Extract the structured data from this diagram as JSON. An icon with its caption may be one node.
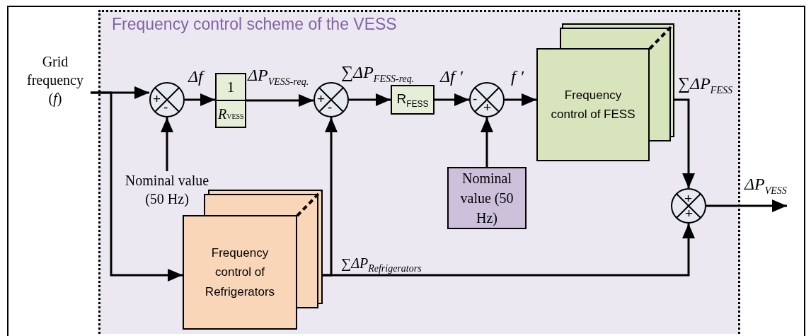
{
  "diagram": {
    "nodes": [
      {
        "text": [
          "Frequency control scheme of the VESS"
        ]
      },
      {
        "text": [
          "Grid frequency (*f*)"
        ]
      },
      {
        "text": [
          "+",
          "-"
        ],
        "in": 0
      },
      {
        "text": [
          "1",
          "R$_{VESS}$"
        ],
        "in": 0
      },
      {
        "text": [
          "+",
          "-"
        ],
        "in": 0
      },
      {
        "text": [
          "R$_{FESS}$"
        ],
        "in": 0
      },
      {
        "text": [
          "-",
          "+"
        ],
        "in": 0
      },
      {
        "text": [
          "Frequency control of FESS"
        ],
        "in": 0
      },
      {
        "text": [
          "Nominal value (50 Hz)"
        ],
        "in": 0
      },
      {
        "text": [
          "Nominal value (50 Hz)"
        ],
        "in": 0
      },
      {
        "text": [
          "Frequency control of Refrigerators"
        ],
        "in": 0
      },
      {
        "text": [
          "+",
          "+"
        ],
        "in": 0
      }
    ],
    "edges": [
      {
        "from": 1,
        "to": 2,
        "arrow": "to"
      },
      {
        "from": 1,
        "to": 10,
        "arrow": "to"
      },
      {
        "from": 9,
        "to": 2,
        "arrow": "to"
      },
      {
        "from": 2,
        "to": 3,
        "arrow": "to",
        "label": "Δf"
      },
      {
        "from": 3,
        "to": 4,
        "arrow": "to",
        "label": "ΔP$_{VESS-req.}$"
      },
      {
        "from": 10,
        "to": 4,
        "arrow": "to"
      },
      {
        "from": 4,
        "to": 5,
        "arrow": "to",
        "label": "∑ΔP$_{FESS-req.}$"
      },
      {
        "from": 5,
        "to": 6,
        "arrow": "to",
        "label": "Δf ′"
      },
      {
        "from": 8,
        "to": 6,
        "arrow": "to"
      },
      {
        "from": 6,
        "to": 7,
        "arrow": "to",
        "label": "f ′"
      },
      {
        "from": 7,
        "to": 11,
        "arrow": "to",
        "label": "∑ΔP$_{FESS}$"
      },
      {
        "from": 10,
        "to": 11,
        "arrow": "to",
        "label": "∑ΔP$_{Refrigerators}$"
      },
      {
        "from": 11,
        "to": null,
        "arrow": "to",
        "label": "ΔP$_{VESS}$"
      }
    ]
  }
}
